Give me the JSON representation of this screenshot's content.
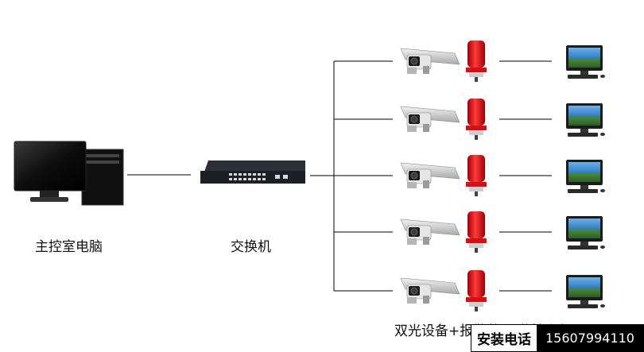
{
  "labels": {
    "pc": "主控室电脑",
    "switch": "交换机",
    "right": "双光设备+报警装置 监控主机"
  },
  "contact": {
    "label": "安装电话",
    "number": "15607994110"
  },
  "colors": {
    "line": "#000000",
    "alarm_red": "#e0141b",
    "camera_gray": "#c8c8c8",
    "screen_blue": "#3a7bbf"
  },
  "icons": {
    "pc": "desktop-pc-icon",
    "switch": "network-switch-icon",
    "camera": "dual-light-camera-icon",
    "alarm": "alarm-light-icon",
    "monitor": "monitor-icon"
  }
}
